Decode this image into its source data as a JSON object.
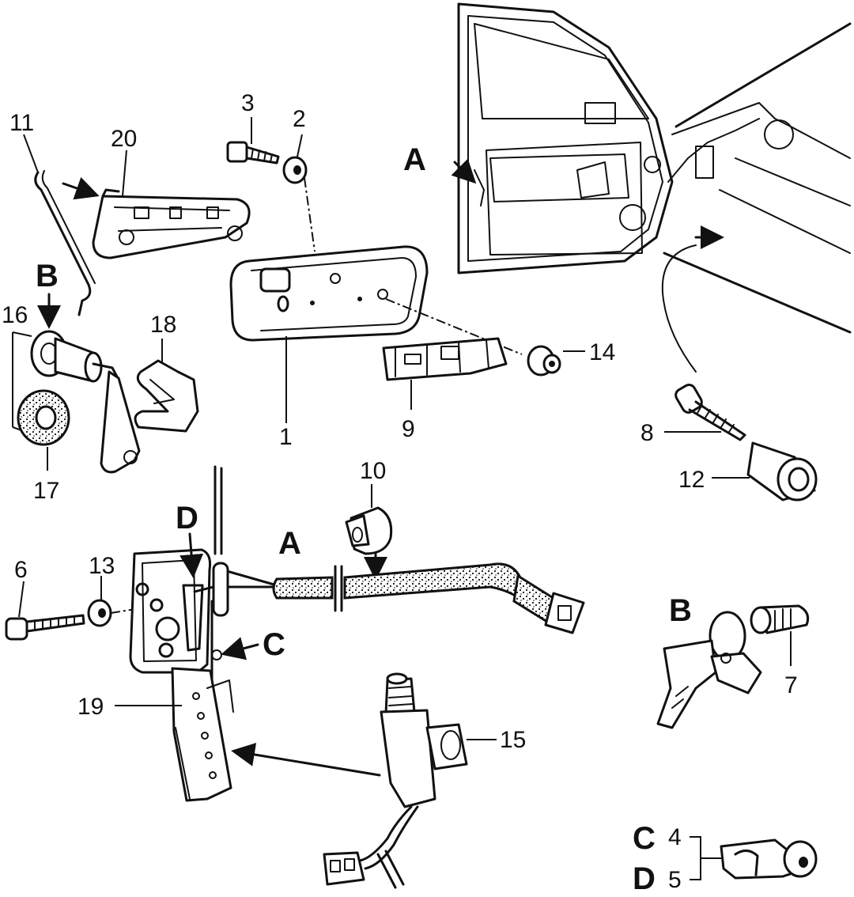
{
  "callouts": {
    "n1": "1",
    "n2": "2",
    "n3": "3",
    "n4": "4",
    "n5": "5",
    "n6": "6",
    "n7": "7",
    "n8": "8",
    "n9": "9",
    "n10": "10",
    "n11": "11",
    "n12": "12",
    "n13": "13",
    "n14": "14",
    "n15": "15",
    "n16": "16",
    "n17": "17",
    "n18": "18",
    "n19": "19",
    "n20": "20"
  },
  "letters": {
    "a_door": "A",
    "a_rod": "A",
    "b_left": "B",
    "b_right": "B",
    "c_latch": "C",
    "d_latch": "D",
    "c_legend": "C",
    "d_legend": "D"
  },
  "colors": {
    "ink": "#111111",
    "paper": "#ffffff"
  }
}
